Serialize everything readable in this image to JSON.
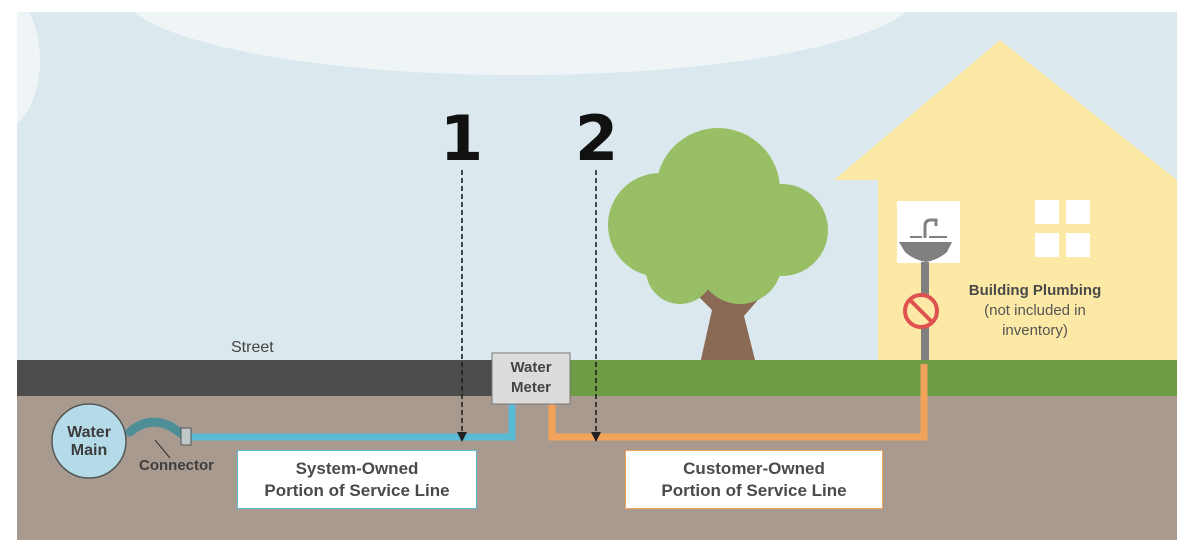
{
  "markers": {
    "marker_1": "1",
    "marker_2": "2"
  },
  "labels": {
    "street": "Street",
    "water_main_line1": "Water",
    "water_main_line2": "Main",
    "connector": "Connector",
    "water_meter_line1": "Water",
    "water_meter_line2": "Meter",
    "system_owned_line1": "System-Owned",
    "system_owned_line2": "Portion of Service Line",
    "customer_owned_line1": "Customer-Owned",
    "customer_owned_line2": "Portion of Service Line",
    "building_plumbing_title": "Building Plumbing",
    "building_plumbing_note1": "(not included in",
    "building_plumbing_note2": "inventory)"
  },
  "icons": {
    "sink": "sink-icon",
    "prohibited": "prohibited-icon",
    "tree": "tree-icon",
    "house": "house-icon"
  },
  "colors": {
    "sky": "#dbe9ee",
    "street": "#4d4d4d",
    "grass": "#6e9b45",
    "soil": "#a99a8f",
    "system_pipe": "#5bbbd5",
    "customer_pipe": "#f3a25a",
    "house": "#fde9a6",
    "tree_foliage": "#98bf66",
    "tree_trunk": "#8a6a55",
    "no_symbol": "#e0524f"
  }
}
